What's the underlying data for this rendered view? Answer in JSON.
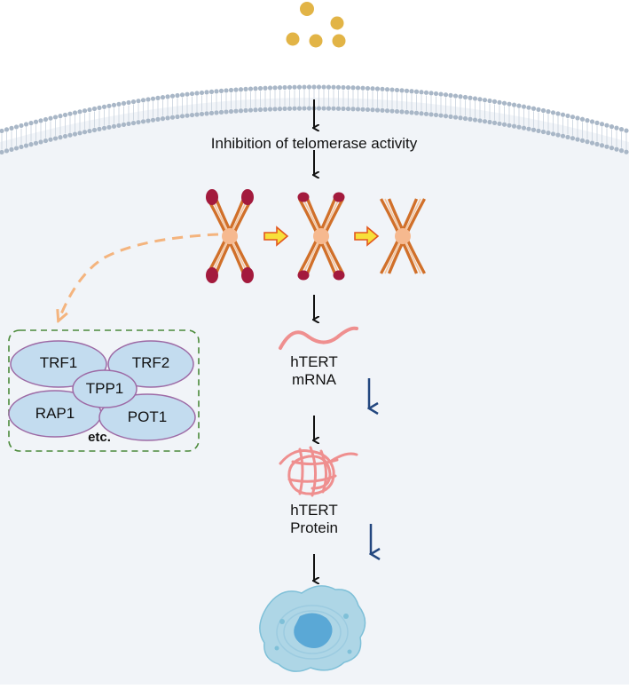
{
  "process": {
    "inhibition_label": "Inhibition of telomerase activity",
    "mrna_label_line1": "hTERT",
    "mrna_label_line2": "mRNA",
    "protein_label_line1": "hTERT",
    "protein_label_line2": "Protein"
  },
  "shelterin": {
    "proteins": [
      "TRF1",
      "TRF2",
      "TPP1",
      "RAP1",
      "POT1"
    ],
    "etc_label": "etc."
  },
  "colors": {
    "background_cell": "#f1f4f8",
    "membrane": "#a9b7c7",
    "ligand": "#e2b446",
    "chromosome": "#d1702a",
    "telomere_cap": "#a31a3d",
    "centromere": "#f6b98f",
    "dashed_arrow": "#f4b47e",
    "shelterin_fill": "#c3dcef",
    "shelterin_border": "#9d6aa5",
    "box_border": "#4b8a3a",
    "mrna": "#ef8f8f",
    "down_arrow": "#23477f",
    "cell_body": "#aed6e6",
    "nucleus": "#5aa8d6"
  }
}
